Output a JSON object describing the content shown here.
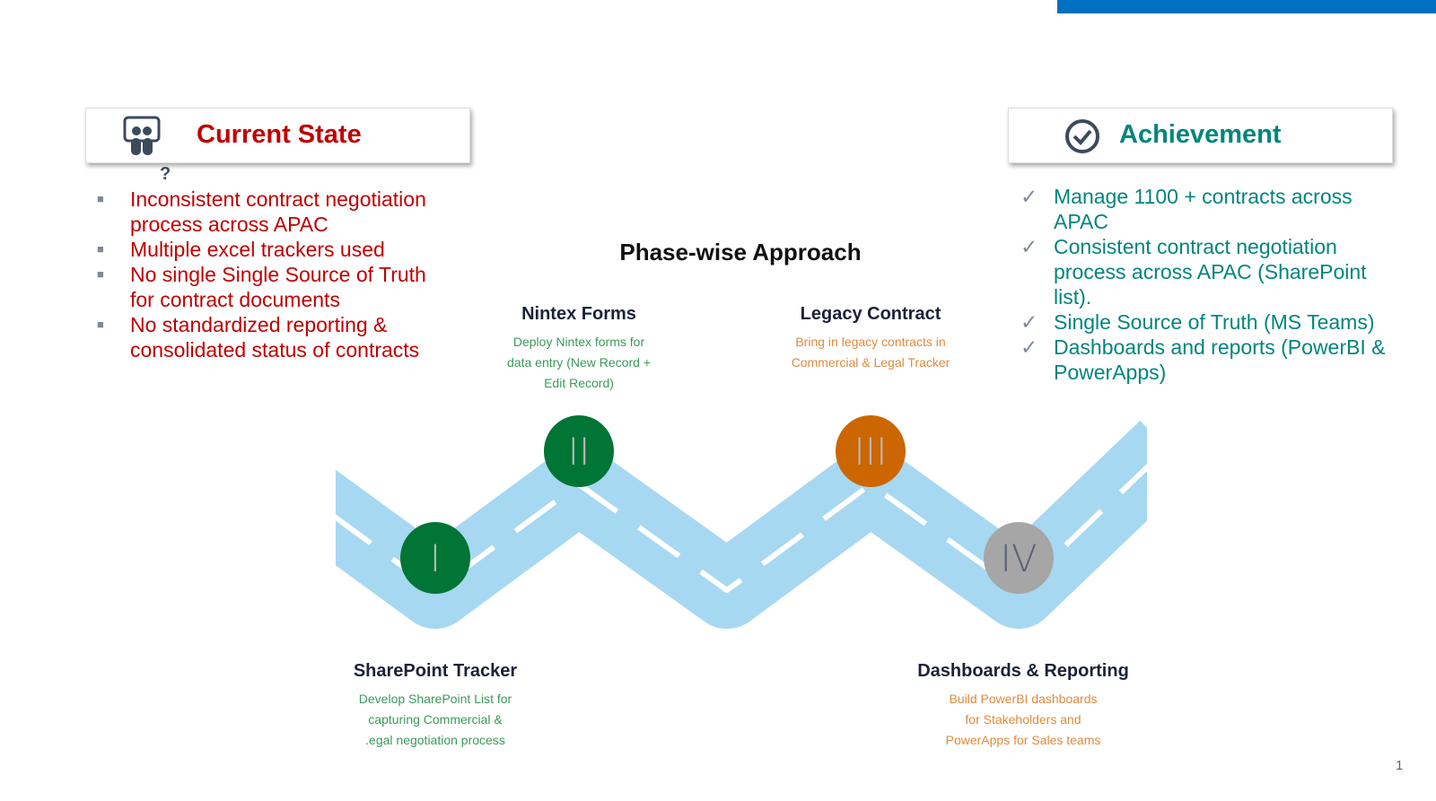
{
  "current_state": {
    "title": "Current State",
    "items": [
      "Inconsistent contract negotiation process across APAC",
      "Multiple excel trackers used",
      "No single Single Source of Truth for contract documents",
      "No standardized reporting & consolidated status of contracts"
    ],
    "question_mark": "?"
  },
  "achievement": {
    "title": "Achievement",
    "items": [
      "Manage 1100 + contracts across APAC",
      "Consistent contract negotiation process across APAC (SharePoint list).",
      "Single Source of Truth (MS Teams)",
      "Dashboards and reports (PowerBI & PowerApps)"
    ]
  },
  "approach_title": "Phase-wise Approach",
  "phases": [
    {
      "numeral": "I",
      "title": "SharePoint Tracker",
      "desc": [
        "Develop SharePoint List for",
        "capturing Commercial &",
        ".egal negotiation process"
      ],
      "color": "#007535"
    },
    {
      "numeral": "II",
      "title": "Nintex Forms",
      "desc": [
        "Deploy Nintex forms for",
        "data entry (New Record +",
        "Edit Record)"
      ],
      "color": "#007535"
    },
    {
      "numeral": "III",
      "title": "Legacy Contract",
      "desc": [
        "Bring in legacy contracts in",
        "Commercial & Legal Tracker"
      ],
      "color": "#cc6600"
    },
    {
      "numeral": "IV",
      "title": "Dashboards & Reporting",
      "desc": [
        "Build PowerBI dashboards",
        "for Stakeholders and",
        "PowerApps for Sales teams"
      ],
      "color": "#a6a6a6"
    }
  ],
  "page_number": "1",
  "colors": {
    "red": "#c00000",
    "teal": "#00857d",
    "road": "#a6d8f2"
  }
}
